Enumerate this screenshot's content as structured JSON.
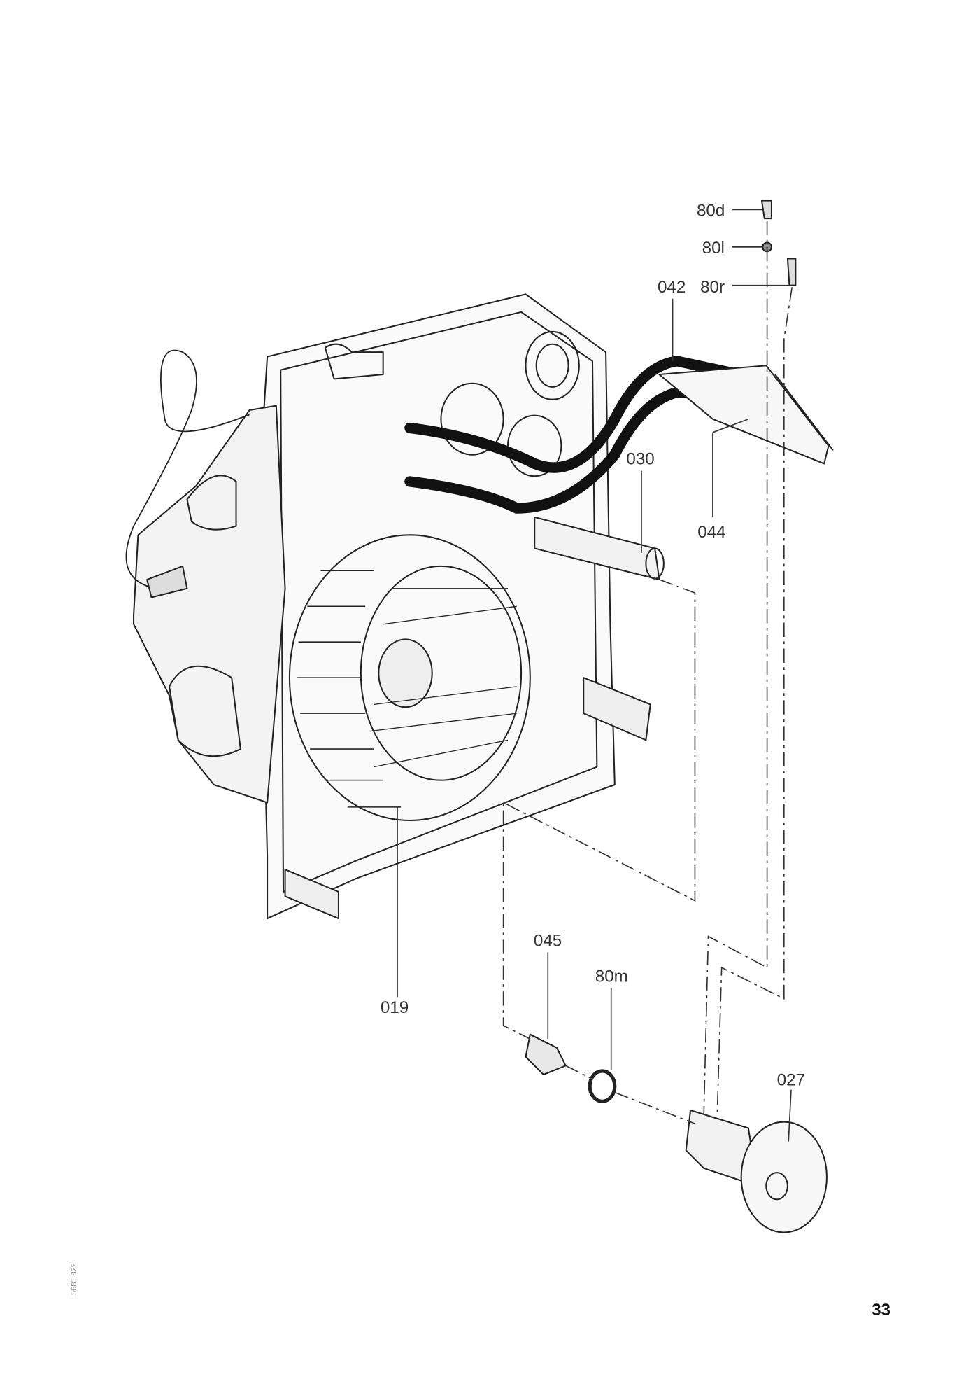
{
  "diagram": {
    "part_labels": {
      "p80d": "80d",
      "p80l": "80l",
      "p80r": "80r",
      "p042": "042",
      "p030": "030",
      "p044": "044",
      "p045": "045",
      "p80m": "80m",
      "p019": "019",
      "p027": "027"
    }
  },
  "page": {
    "number": "33",
    "document_code": "5681 822"
  }
}
